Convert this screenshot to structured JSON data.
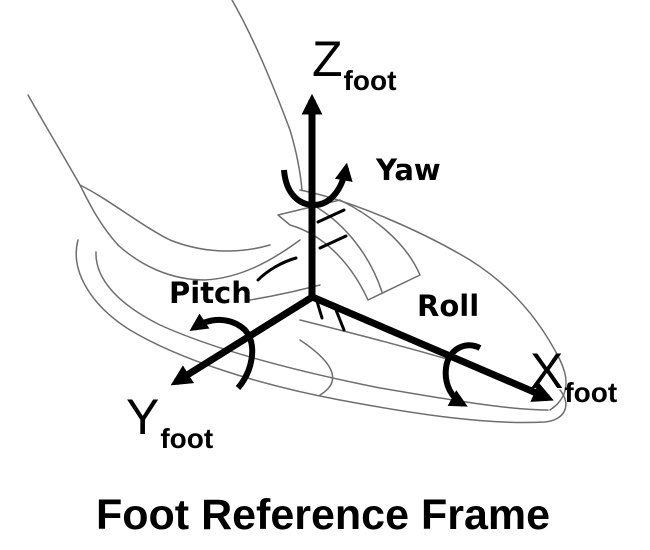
{
  "axes": {
    "z": {
      "letter": "Z",
      "subscript": "foot"
    },
    "x": {
      "letter": "X",
      "subscript": "foot"
    },
    "y": {
      "letter": "Y",
      "subscript": "foot"
    }
  },
  "rotations": {
    "yaw": "Yaw",
    "pitch": "Pitch",
    "roll": "Roll"
  },
  "title": "Foot Reference Frame",
  "colors": {
    "ink": "#000000",
    "outline": "#6e6e6e",
    "background": "#ffffff"
  }
}
